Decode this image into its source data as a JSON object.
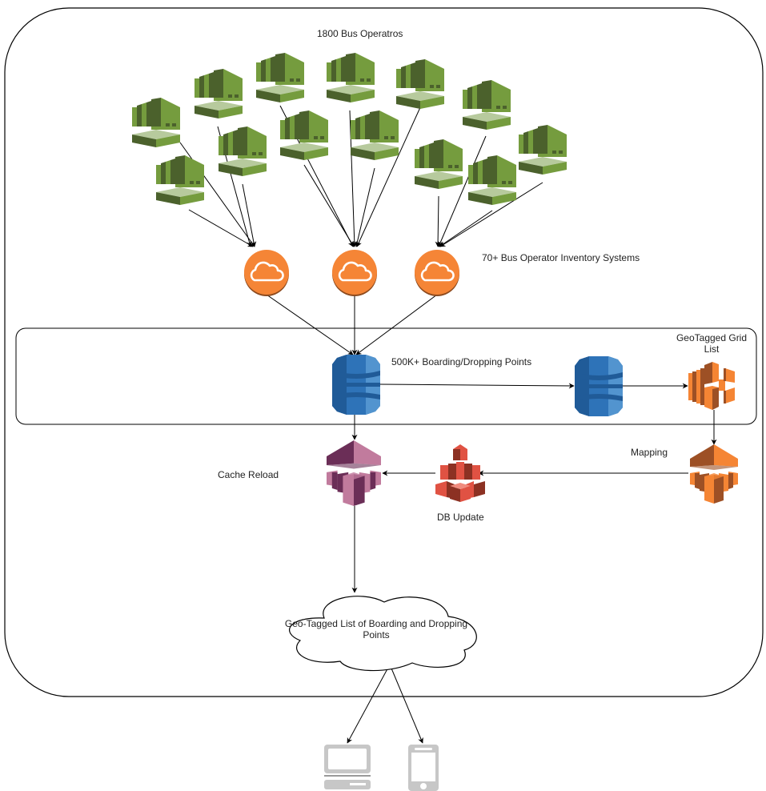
{
  "diagram": {
    "title": "Bus operator inventory to geo-tagged boarding/dropping points pipeline",
    "labels": {
      "bus_operators": "1800 Bus Operatros",
      "inventory_systems": "70+ Bus Operator Inventory Systems",
      "boarding_points": "500K+ Boarding/Dropping Points",
      "geotagged_grid_line1": "GeoTagged Grid",
      "geotagged_grid_line2": "List",
      "mapping": "Mapping",
      "cache_reload": "Cache Reload",
      "db_update": "DB Update",
      "output_cloud_line1": "Geo-Tagged List of Boarding and Dropping",
      "output_cloud_line2": "Points"
    },
    "colors": {
      "operator_green": "#759C3E",
      "operator_dark": "#4B612C",
      "operator_light": "#B7CA9D",
      "cloud_orange": "#F58536",
      "cloud_shadow": "#8C4A1E",
      "dynamo_blue": "#2E73B8",
      "dynamo_dark": "#205B98",
      "dynamo_light": "#5294CF",
      "emr_orange": "#F58534",
      "emr_dark": "#9D5025",
      "cache_pink": "#C17B9D",
      "cache_dark": "#6B2E57",
      "db_red": "#E05243",
      "db_dark": "#8C3123",
      "device_gray": "#C7C7C7"
    },
    "nodes": [
      {
        "id": "op1",
        "type": "operator",
        "name": "bus-operator-icon"
      },
      {
        "id": "op2",
        "type": "operator",
        "name": "bus-operator-icon"
      },
      {
        "id": "op3",
        "type": "operator",
        "name": "bus-operator-icon"
      },
      {
        "id": "op4",
        "type": "operator",
        "name": "bus-operator-icon"
      },
      {
        "id": "op5",
        "type": "operator",
        "name": "bus-operator-icon"
      },
      {
        "id": "op6",
        "type": "operator",
        "name": "bus-operator-icon"
      },
      {
        "id": "op7",
        "type": "operator",
        "name": "bus-operator-icon"
      },
      {
        "id": "op8",
        "type": "operator",
        "name": "bus-operator-icon"
      },
      {
        "id": "op9",
        "type": "operator",
        "name": "bus-operator-icon"
      },
      {
        "id": "op10",
        "type": "operator",
        "name": "bus-operator-icon"
      },
      {
        "id": "op11",
        "type": "operator",
        "name": "bus-operator-icon"
      },
      {
        "id": "op12",
        "type": "operator",
        "name": "bus-operator-icon"
      },
      {
        "id": "op13",
        "type": "operator",
        "name": "bus-operator-icon"
      },
      {
        "id": "inv1",
        "type": "cloud",
        "name": "inventory-system-cloud-icon"
      },
      {
        "id": "inv2",
        "type": "cloud",
        "name": "inventory-system-cloud-icon"
      },
      {
        "id": "inv3",
        "type": "cloud",
        "name": "inventory-system-cloud-icon"
      },
      {
        "id": "db_main",
        "type": "dynamodb",
        "name": "boarding-points-database-icon"
      },
      {
        "id": "db_grid",
        "type": "dynamodb",
        "name": "geotagged-grid-database-icon"
      },
      {
        "id": "emr_grid",
        "type": "emr",
        "name": "geotagged-grid-processing-icon"
      },
      {
        "id": "kinesis_map",
        "type": "kinesis_orange",
        "name": "mapping-stream-icon"
      },
      {
        "id": "db_update",
        "type": "redshift",
        "name": "db-update-icon"
      },
      {
        "id": "cache",
        "type": "kinesis_pink",
        "name": "cache-reload-icon"
      },
      {
        "id": "out_cloud",
        "type": "out_cloud",
        "name": "geo-tagged-list-cloud"
      },
      {
        "id": "desktop",
        "type": "desktop",
        "name": "desktop-computer-icon"
      },
      {
        "id": "mobile",
        "type": "mobile",
        "name": "mobile-phone-icon"
      }
    ],
    "edges": [
      {
        "from": "op1",
        "to": "inv1"
      },
      {
        "from": "op2",
        "to": "inv1"
      },
      {
        "from": "op3",
        "to": "inv1"
      },
      {
        "from": "op4",
        "to": "inv1"
      },
      {
        "from": "op5",
        "to": "inv2"
      },
      {
        "from": "op6",
        "to": "inv2"
      },
      {
        "from": "op7",
        "to": "inv2"
      },
      {
        "from": "op8",
        "to": "inv2"
      },
      {
        "from": "op9",
        "to": "inv2"
      },
      {
        "from": "op10",
        "to": "inv3"
      },
      {
        "from": "op11",
        "to": "inv3"
      },
      {
        "from": "op12",
        "to": "inv3"
      },
      {
        "from": "op13",
        "to": "inv3"
      },
      {
        "from": "inv1",
        "to": "db_main"
      },
      {
        "from": "inv2",
        "to": "db_main"
      },
      {
        "from": "inv3",
        "to": "db_main"
      },
      {
        "from": "db_main",
        "to": "db_grid"
      },
      {
        "from": "db_grid",
        "to": "emr_grid"
      },
      {
        "from": "emr_grid",
        "to": "kinesis_map"
      },
      {
        "from": "kinesis_map",
        "to": "db_update"
      },
      {
        "from": "db_update",
        "to": "cache"
      },
      {
        "from": "db_main",
        "to": "cache"
      },
      {
        "from": "cache",
        "to": "out_cloud"
      },
      {
        "from": "out_cloud",
        "to": "desktop"
      },
      {
        "from": "out_cloud",
        "to": "mobile"
      }
    ]
  }
}
